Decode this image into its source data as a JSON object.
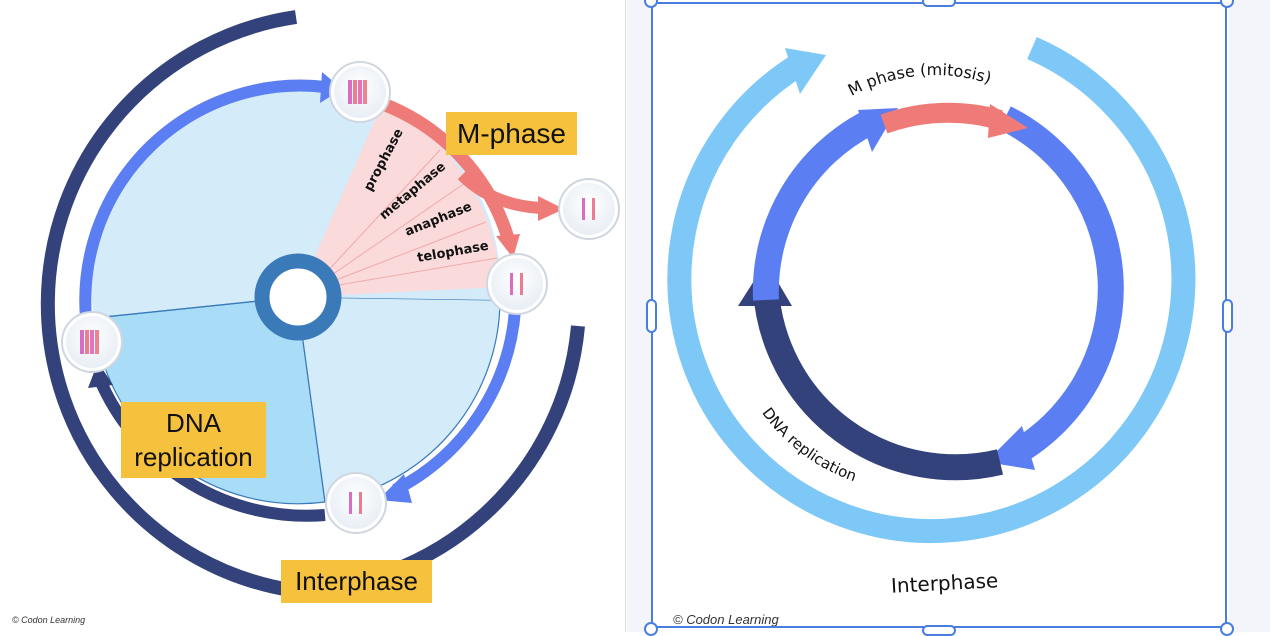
{
  "left_diagram": {
    "phase_labels": [
      "prophase",
      "metaphase",
      "anaphase",
      "telophase"
    ],
    "m_phase_label": "M-phase",
    "dna_label_line1": "DNA",
    "dna_label_line2": "replication",
    "interphase_label": "Interphase",
    "credit": "© Codon Learning",
    "colors": {
      "dark_navy": "#33427a",
      "blue": "#5b7ef2",
      "salmon": "#ef7b78",
      "light_fill": "#d4ebfa",
      "g1_fill": "#a9dcf6",
      "center_ring": "#3a7ab9",
      "label_yellow": "#f6c23e"
    }
  },
  "right_diagram": {
    "m_phase_label": "M phase (mitosis)",
    "dna_label": "DNA replication",
    "interphase_label": "Interphase",
    "credit": "© Codon Learning",
    "colors": {
      "light_blue": "#7ec8f7",
      "dark_navy": "#33427a",
      "blue": "#5b7ef2",
      "salmon": "#ef7b78"
    }
  }
}
